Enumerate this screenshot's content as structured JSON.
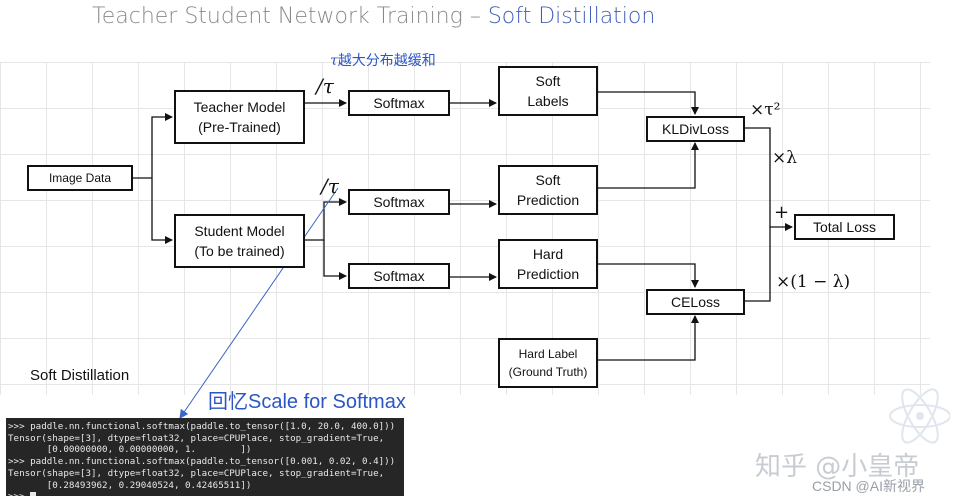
{
  "title": {
    "main": "Teacher Student Network Training – ",
    "accent": "Soft Distillation"
  },
  "nodes": {
    "image_data": "Image Data",
    "teacher": "Teacher Model\n(Pre-Trained)",
    "student": "Student Model\n(To be trained)",
    "softmax_teacher": "Softmax",
    "softmax_student_soft": "Softmax",
    "softmax_student_hard": "Softmax",
    "soft_labels": "Soft\nLabels",
    "soft_prediction": "Soft\nPrediction",
    "hard_prediction": "Hard\nPrediction",
    "hard_label": "Hard Label\n(Ground Truth)",
    "kldiv": "KLDivLoss",
    "celoss": "CELoss",
    "total_loss": "Total Loss"
  },
  "math": {
    "div_tau_teacher": "/τ",
    "div_tau_student": "/τ",
    "times_tau_sq": "×τ²",
    "times_lambda": "×λ",
    "plus": "+",
    "times_one_minus_lambda": "×(1 − λ)"
  },
  "annotations": {
    "tau_symbol": "τ",
    "tau_note_cn": "越大分布越缓和",
    "recall": "回忆Scale for Softmax",
    "section_label": "Soft Distillation"
  },
  "console_lines": [
    ">>> paddle.nn.functional.softmax(paddle.to_tensor([1.0, 20.0, 400.0]))",
    "Tensor(shape=[3], dtype=float32, place=CPUPlace, stop_gradient=True,",
    "       [0.00000000, 0.00000000, 1.        ])",
    ">>> paddle.nn.functional.softmax(paddle.to_tensor([0.001, 0.02, 0.4]))",
    "Tensor(shape=[3], dtype=float32, place=CPUPlace, stop_gradient=True,",
    "       [0.28493962, 0.29040524, 0.42465511])",
    ">>> "
  ],
  "watermark": {
    "zhihu": "知乎 @小皇帝",
    "csdn": "CSDN @AI新视界"
  },
  "colors": {
    "accent": "#3f5fb8",
    "note": "#2b56c4",
    "console_bg": "#262626"
  }
}
